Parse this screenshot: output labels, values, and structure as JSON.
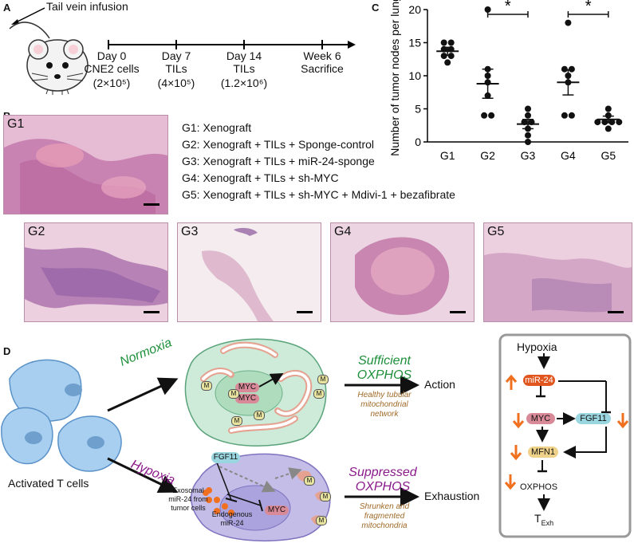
{
  "panelA": {
    "label": "A",
    "infusion": "Tail vein infusion",
    "timeline": [
      {
        "top": "Day 0",
        "mid": "CNE2 cells",
        "bot": "(2×10⁵)"
      },
      {
        "top": "Day 7",
        "mid": "TILs",
        "bot": "(4×10⁵)"
      },
      {
        "top": "Day 14",
        "mid": "TILs",
        "bot": "(1.2×10⁶)"
      },
      {
        "top": "Week 6",
        "mid": "Sacrifice",
        "bot": ""
      }
    ]
  },
  "panelB": {
    "label": "B",
    "legend": [
      "G1: Xenograft",
      "G2: Xenograft + TILs + Sponge-control",
      "G3: Xenograft + TILs + miR-24-sponge",
      "G4: Xenograft + TILs + sh-MYC",
      "G5: Xenograft + TILs + sh-MYC + Mdivi-1 + bezafibrate"
    ],
    "images": [
      "G1",
      "G2",
      "G3",
      "G4",
      "G5"
    ]
  },
  "panelC": {
    "label": "C",
    "sig": "*"
  },
  "chart_data": {
    "type": "scatter",
    "ylabel": "Number of tumor nodes per lung",
    "categories": [
      "G1",
      "G2",
      "G3",
      "G4",
      "G5"
    ],
    "ylim": [
      0,
      20
    ],
    "yticks": [
      0,
      5,
      10,
      15,
      20
    ],
    "points": [
      [
        12,
        13,
        13,
        14,
        14,
        15,
        15
      ],
      [
        4,
        4,
        7,
        9,
        10,
        11,
        20
      ],
      [
        0,
        1,
        2,
        3,
        3,
        4,
        5
      ],
      [
        4,
        4,
        9,
        10,
        11,
        11,
        18
      ],
      [
        2,
        3,
        3,
        3,
        3,
        4,
        5
      ]
    ],
    "mean": [
      13.7,
      8.8,
      2.7,
      9.0,
      3.4
    ],
    "sem": [
      0.6,
      2.2,
      0.7,
      1.9,
      0.5
    ],
    "significance": [
      {
        "from": "G2",
        "to": "G3",
        "label": "*"
      },
      {
        "from": "G4",
        "to": "G5",
        "label": "*"
      }
    ]
  },
  "panelD": {
    "label": "D",
    "activated": "Activated T cells",
    "normoxia": "Normoxia",
    "hypoxia": "Hypoxia",
    "sufficient": "Sufficient",
    "oxphos": "OXPHOS",
    "suppressed": "Suppressed",
    "healthy1": "Healthy tubular",
    "healthy2": "mitochondrial",
    "healthy3": "network",
    "shrunk1": "Shrunken and",
    "shrunk2": "fragmented",
    "shrunk3": "mitochondria",
    "action": "Action",
    "exhaustion": "Exhaustion",
    "myc": "MYC",
    "m": "M",
    "fgf11": "FGF11",
    "exo1": "Exosomal",
    "exo2": "miR-24 from",
    "exo3": "tumor cells",
    "endo1": "Endogenous",
    "endo2": "miR-24",
    "path": {
      "hypoxia": "Hypoxia",
      "mir24": "miR-24",
      "myc": "MYC",
      "fgf11": "FGF11",
      "mfn1": "MFN1",
      "oxphos": "OXPHOS",
      "texh_main": "T",
      "texh_sub": "Exh"
    },
    "colors": {
      "green": "#1e8f3a",
      "purple": "#8a1a8a",
      "brown": "#a06a28",
      "orange": "#f07020",
      "mirRed": "#e0561e",
      "mycPink": "#d98a98",
      "fgfBlue": "#9ad6e0"
    }
  }
}
